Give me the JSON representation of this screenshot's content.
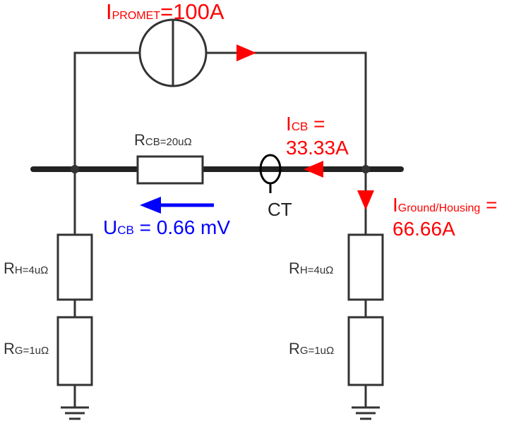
{
  "colors": {
    "wire": "#333333",
    "current": "#ff0000",
    "voltage": "#0000ff",
    "text": "#333333"
  },
  "source": {
    "main": "I",
    "sub": "PROMET",
    "value": "=100A"
  },
  "breaker_resistor": {
    "main": "R",
    "sub": "CB",
    "value": "=20uΩ"
  },
  "current_cb": {
    "main": "I",
    "sub": "CB",
    "line1_tail": " =",
    "line2": "33.33A"
  },
  "current_ground": {
    "main": "I",
    "sub": "Ground/Housing",
    "line1_tail": " =",
    "line2": "66.66A"
  },
  "voltage_cb": {
    "main": "U",
    "sub": "CB",
    "value": " = 0.66 mV"
  },
  "ct": {
    "label": "CT"
  },
  "left_branch": {
    "housing": {
      "main": "R",
      "sub": "H",
      "value": "=4uΩ"
    },
    "ground": {
      "main": "R",
      "sub": "G",
      "value": "=1uΩ"
    }
  },
  "right_branch": {
    "housing": {
      "main": "R",
      "sub": "H",
      "value": "=4uΩ"
    },
    "ground": {
      "main": "R",
      "sub": "G",
      "value": "=1uΩ"
    }
  }
}
